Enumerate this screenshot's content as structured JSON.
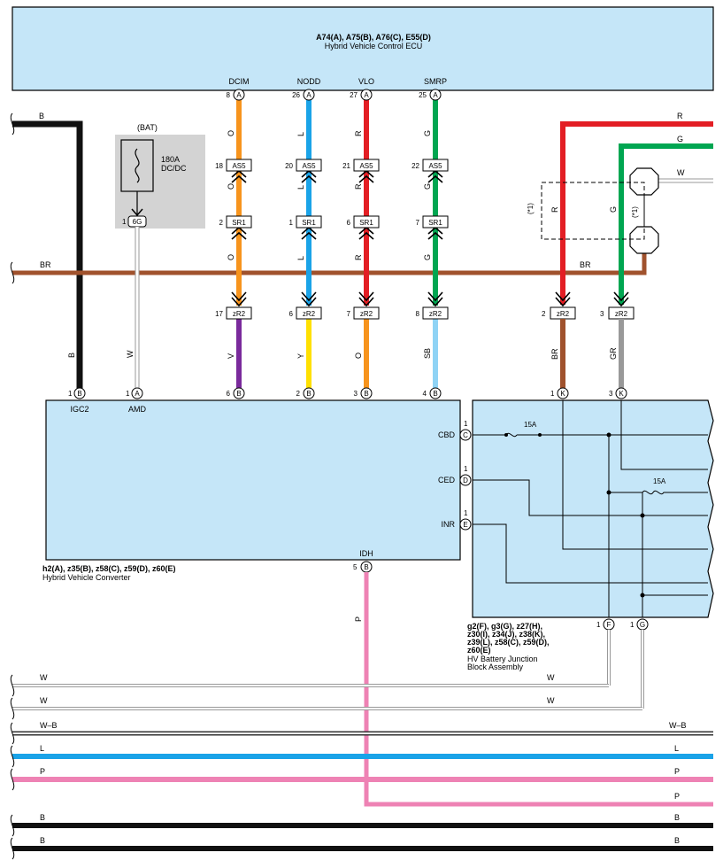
{
  "ecu": {
    "title": "A74(A), A75(B), A76(C), E55(D)",
    "subtitle": "Hybrid Vehicle Control ECU",
    "pins": [
      {
        "num": "8",
        "conn": "A",
        "name": "DCIM"
      },
      {
        "num": "26",
        "conn": "A",
        "name": "NODD"
      },
      {
        "num": "27",
        "conn": "A",
        "name": "VLO"
      },
      {
        "num": "25",
        "conn": "A",
        "name": "SMRP"
      }
    ]
  },
  "wires": [
    {
      "upper": "O",
      "mid": "O",
      "lower1": "O",
      "lower2": "V",
      "color_upper": "#f7941d",
      "color_lower": "#7a2a9c",
      "as5": "18",
      "sr1": "2",
      "zr2": "17",
      "conv_num": "6",
      "conv_conn": "B",
      "conv_name": "DCIM"
    },
    {
      "upper": "L",
      "mid": "L",
      "lower1": "L",
      "lower2": "Y",
      "color_upper": "#1aa3e8",
      "color_lower": "#ffe000",
      "as5": "20",
      "sr1": "1",
      "zr2": "6",
      "conv_num": "2",
      "conv_conn": "B",
      "conv_name": "NODD"
    },
    {
      "upper": "R",
      "mid": "R",
      "lower1": "R",
      "lower2": "O",
      "color_upper": "#e31e24",
      "color_lower": "#f7941d",
      "as5": "21",
      "sr1": "6",
      "zr2": "7",
      "conv_num": "3",
      "conv_conn": "B",
      "conv_name": "VLO"
    },
    {
      "upper": "G",
      "mid": "G",
      "lower1": "G",
      "lower2": "SB",
      "color_upper": "#00a651",
      "color_lower": "#8fd3f5",
      "as5": "22",
      "sr1": "7",
      "zr2": "8",
      "conv_num": "4",
      "conv_conn": "B",
      "conv_name": "SMRP"
    }
  ],
  "connectors": {
    "as5": "AS5",
    "sr1": "SR1",
    "zr2": "zR2"
  },
  "fuse_box": {
    "title": "(BAT)",
    "rating": "180A",
    "name": "DC/DC",
    "pin_num": "1",
    "pin_conn": "6G"
  },
  "left_wires": {
    "b_label": "B",
    "b_lower": "B",
    "w_label": "W",
    "br_label": "BR"
  },
  "converter": {
    "title": "h2(A), z35(B), z58(C), z59(D), z60(E)",
    "subtitle": "Hybrid Vehicle Converter",
    "igc2": {
      "num": "1",
      "conn": "B",
      "name": "IGC2"
    },
    "amd": {
      "num": "1",
      "conn": "A",
      "name": "AMD"
    },
    "idh": {
      "num": "5",
      "conn": "B",
      "name": "IDH",
      "wire": "P"
    }
  },
  "junction": {
    "title_lines": [
      "g2(F), g3(G), z27(H),",
      "z30(I), z34(J), z38(K),",
      "z39(L), z58(C), z59(D),",
      "z60(E)"
    ],
    "subtitle_lines": [
      "HV Battery Junction",
      "Block Assembly"
    ],
    "cbd": {
      "num": "1",
      "conn": "C",
      "name": "CBD"
    },
    "ced": {
      "num": "1",
      "conn": "D",
      "name": "CED"
    },
    "inr": {
      "num": "1",
      "conn": "E",
      "name": "INR"
    },
    "k1": {
      "num": "1",
      "conn": "K"
    },
    "k3": {
      "num": "3",
      "conn": "K"
    },
    "f": {
      "num": "1",
      "conn": "F"
    },
    "g": {
      "num": "1",
      "conn": "G"
    },
    "fuse1": "15A",
    "fuse2": "15A"
  },
  "right_wires": {
    "r": "R",
    "g": "G",
    "w": "W",
    "br": "BR",
    "r_mid": "R",
    "g_mid": "G",
    "star": "(*1)",
    "k1_num": "2",
    "k3_num": "3",
    "k1_wire": "BR",
    "k3_wire": "GR"
  },
  "bottom_wires": [
    {
      "left": "W",
      "right": "W"
    },
    {
      "left": "W",
      "right": "W"
    },
    {
      "left": "W–B",
      "right": "W–B"
    },
    {
      "left": "L",
      "right": "L"
    },
    {
      "left": "P",
      "right": "P"
    },
    {
      "left": "",
      "right": "P"
    },
    {
      "left": "B",
      "right": "B"
    },
    {
      "left": "B",
      "right": "B"
    }
  ]
}
